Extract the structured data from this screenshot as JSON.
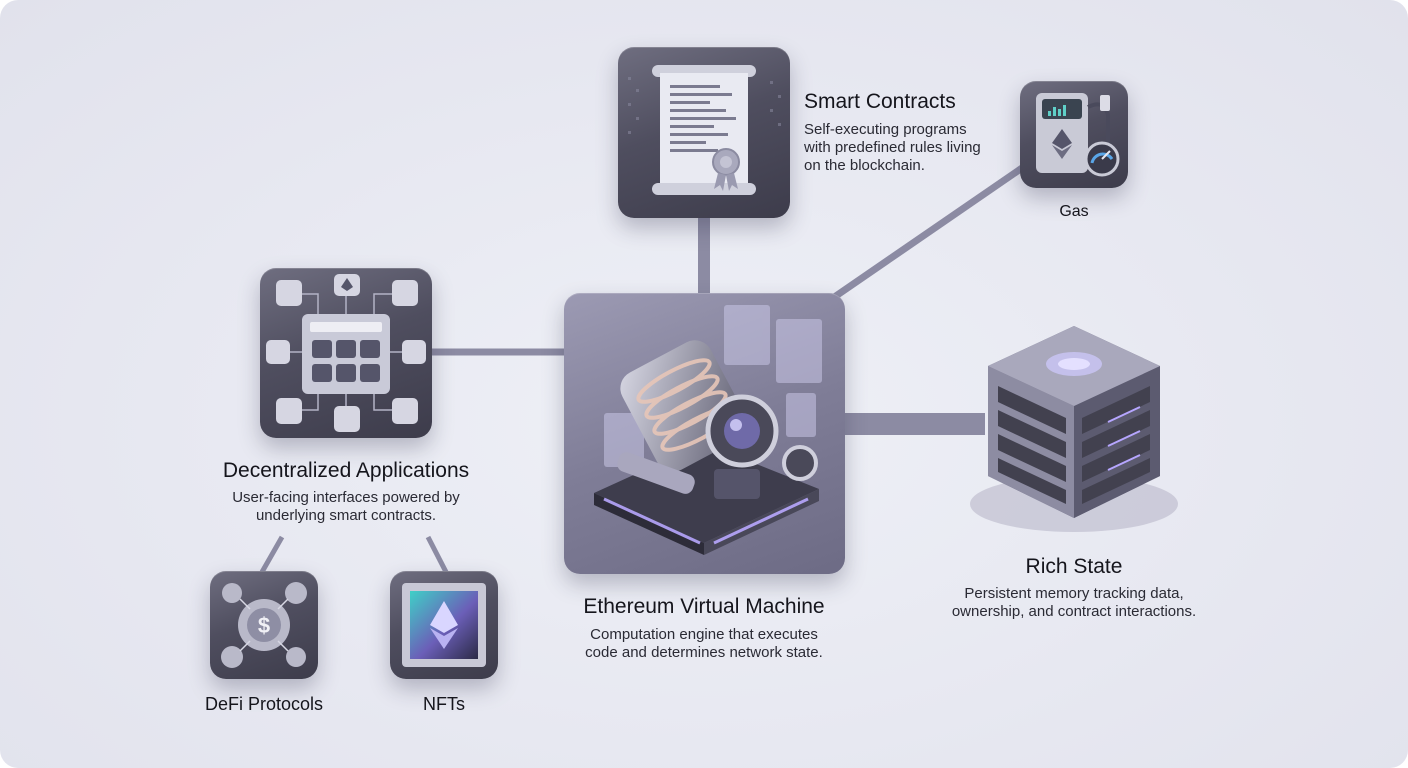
{
  "nodes": {
    "evm": {
      "title": "Ethereum Virtual Machine",
      "desc_line1": "Computation engine that executes",
      "desc_line2": "code and determines network state.",
      "icon": "evm-engine-icon"
    },
    "smart_contracts": {
      "title": "Smart Contracts",
      "desc_line1": "Self-executing programs",
      "desc_line2": "with predefined rules living",
      "desc_line3": "on the blockchain.",
      "icon": "scroll-contract-icon"
    },
    "gas": {
      "title": "Gas",
      "icon": "fuel-pump-icon"
    },
    "dapps": {
      "title": "Decentralized Applications",
      "desc_line1": "User-facing interfaces powered by",
      "desc_line2": "underlying smart contracts.",
      "icon": "app-network-icon"
    },
    "rich_state": {
      "title": "Rich State",
      "desc_line1": "Persistent memory tracking data,",
      "desc_line2": "ownership, and contract interactions.",
      "icon": "server-stack-icon"
    },
    "defi": {
      "title": "DeFi Protocols",
      "icon": "gears-coin-icon"
    },
    "nfts": {
      "title": "NFTs",
      "icon": "framed-ether-icon"
    }
  },
  "colors": {
    "connector": "#8c8ba3",
    "accent": "#9b8cf0",
    "tile_dark": "#4f4e5f",
    "text": "#15151c"
  }
}
